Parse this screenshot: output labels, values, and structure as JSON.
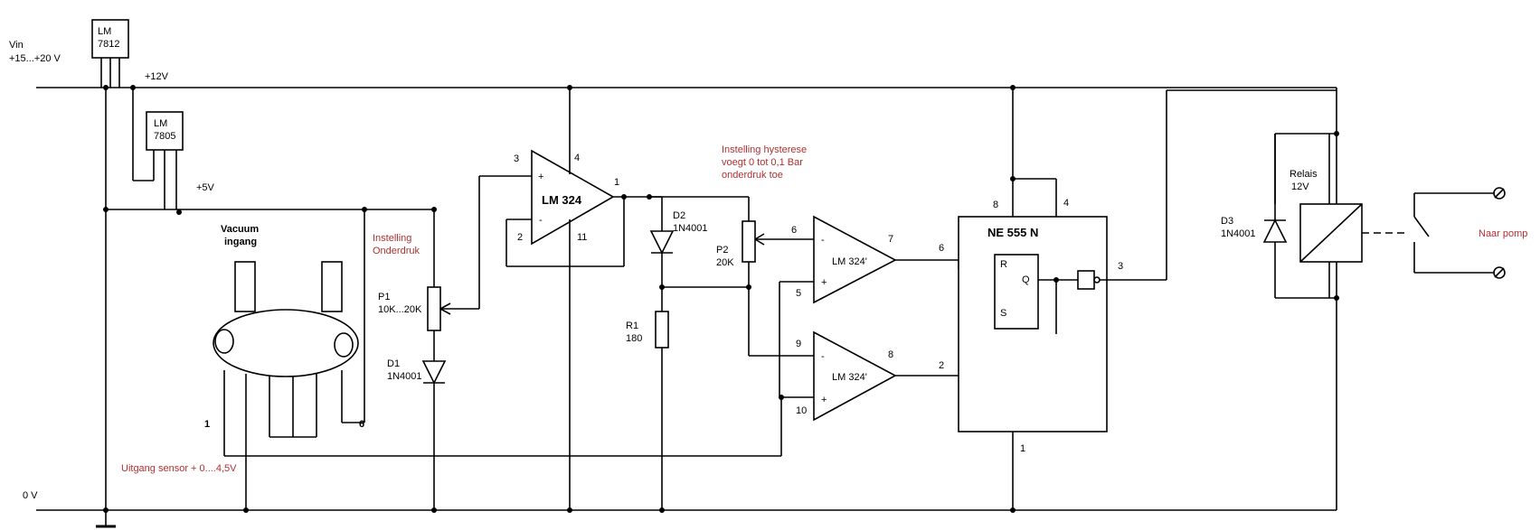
{
  "supply": {
    "vin_label": "Vin",
    "vin_range": "+15...+20 V",
    "v12": "+12V",
    "v5": "+5V",
    "ground": "0 V"
  },
  "regulators": {
    "r1_line1": "LM",
    "r1_line2": "7812",
    "r2_line1": "LM",
    "r2_line2": "7805"
  },
  "sensor": {
    "title_line1": "Vacuum",
    "title_line2": "ingang",
    "pin_first": "1",
    "pin_last": "6",
    "output_label": "Uitgang sensor + 0....4,5V"
  },
  "setting_underpressure": {
    "line1": "Instelling",
    "line2": "Onderdruk"
  },
  "p1": {
    "name": "P1",
    "value": "10K...20K"
  },
  "d1": {
    "name": "D1",
    "part": "1N4001"
  },
  "opamp1": {
    "label": "LM 324",
    "pin_plus": "3",
    "pin_minus": "2",
    "pin_out": "1",
    "pin_vcc": "4",
    "pin_gnd": "11",
    "plus": "+",
    "minus": "-"
  },
  "d2": {
    "name": "D2",
    "part": "1N4001"
  },
  "r1": {
    "name": "R1",
    "value": "180"
  },
  "p2": {
    "name": "P2",
    "value": "20K"
  },
  "hysteresis_note": {
    "line1": "Instelling hysterese",
    "line2": "voegt 0 tot 0,1 Bar",
    "line3": "onderdruk toe"
  },
  "opamp2": {
    "label": "LM 324'",
    "pin_minus": "6",
    "pin_plus": "5",
    "pin_out": "7",
    "plus": "+",
    "minus": "-"
  },
  "opamp3": {
    "label": "LM 324'",
    "pin_minus": "9",
    "pin_plus": "10",
    "pin_out": "8",
    "plus": "+",
    "minus": "-"
  },
  "timer": {
    "label": "NE 555 N",
    "pin8": "8",
    "pin4": "4",
    "pin6": "6",
    "pin2": "2",
    "pin3": "3",
    "pin1": "1",
    "R": "R",
    "S": "S",
    "Q": "Q"
  },
  "d3": {
    "name": "D3",
    "part": "1N4001"
  },
  "relay": {
    "name": "Relais",
    "voltage": "12V"
  },
  "pump_label": "Naar pomp"
}
